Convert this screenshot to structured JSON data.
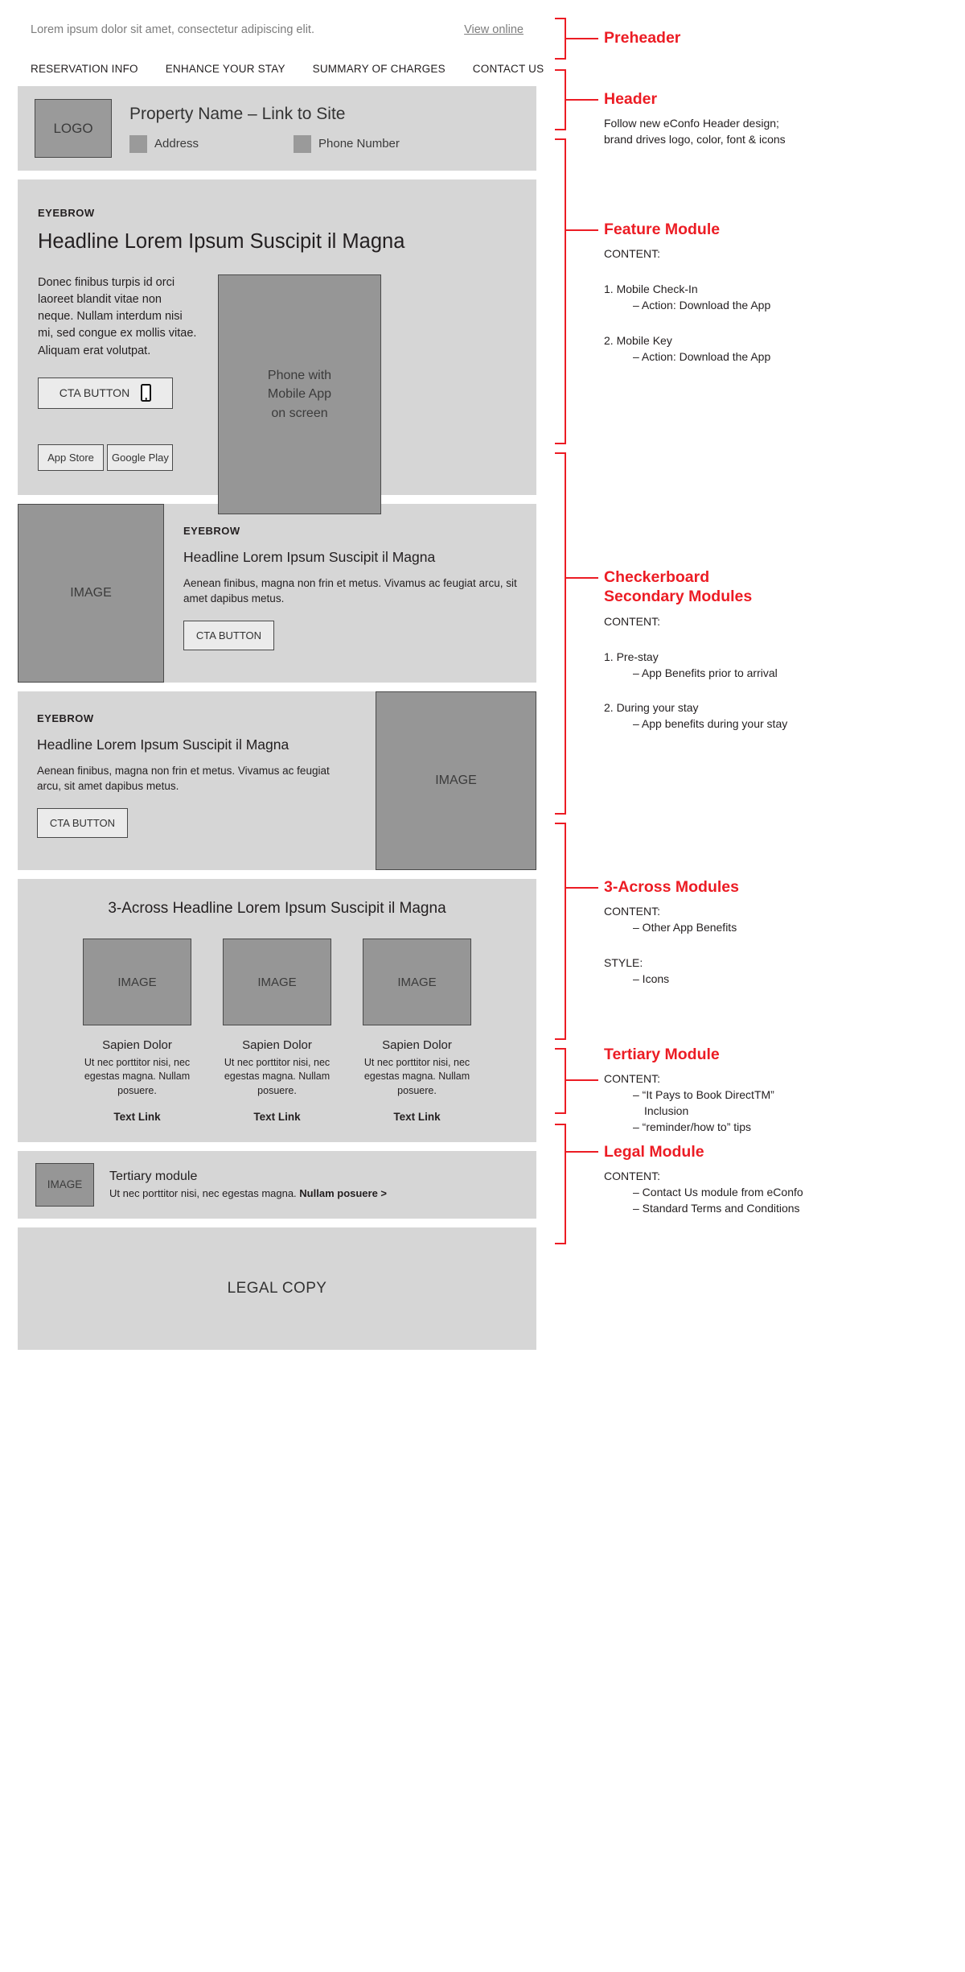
{
  "brand": {
    "accent": "#ec1c24",
    "module_bg": "#d6d6d6",
    "image_bg": "#969696"
  },
  "email": {
    "preheader": {
      "text": "Lorem ipsum dolor sit amet, consectetur adipiscing elit.",
      "view_online": "View online"
    },
    "nav": {
      "items": [
        "RESERVATION INFO",
        "ENHANCE YOUR STAY",
        "SUMMARY OF CHARGES",
        "CONTACT US"
      ]
    },
    "header": {
      "logo_label": "LOGO",
      "property_name": "Property Name – Link to Site",
      "address_label": "Address",
      "phone_label": "Phone Number"
    },
    "feature": {
      "eyebrow": "EYEBROW",
      "headline": "Headline Lorem Ipsum Suscipit il Magna",
      "paragraph": "Donec finibus turpis id orci laoreet blandit vitae non neque. Nullam interdum nisi mi, sed congue ex mollis vitae. Aliquam erat volutpat.",
      "cta_label": "CTA BUTTON",
      "app_store_label": "App Store",
      "google_play_label": "Google Play",
      "image_placeholder": "Phone with\nMobile App\non screen"
    },
    "checkerboard": [
      {
        "image_label": "IMAGE",
        "eyebrow": "EYEBROW",
        "headline": "Headline Lorem Ipsum Suscipit il Magna",
        "paragraph": "Aenean finibus, magna non frin et metus. Vivamus ac feugiat arcu, sit amet dapibus metus.",
        "cta_label": "CTA BUTTON"
      },
      {
        "image_label": "IMAGE",
        "eyebrow": "EYEBROW",
        "headline": "Headline Lorem Ipsum Suscipit il Magna",
        "paragraph": "Aenean finibus, magna non frin et metus. Vivamus ac feugiat arcu, sit amet dapibus metus.",
        "cta_label": "CTA BUTTON"
      }
    ],
    "three_across": {
      "headline": "3-Across Headline Lorem Ipsum Suscipit il Magna",
      "cards": [
        {
          "image_label": "IMAGE",
          "title": "Sapien Dolor",
          "paragraph": "Ut nec porttitor nisi, nec egestas magna. Nullam posuere.",
          "link_label": "Text Link"
        },
        {
          "image_label": "IMAGE",
          "title": "Sapien Dolor",
          "paragraph": "Ut nec porttitor nisi, nec egestas magna. Nullam posuere.",
          "link_label": "Text Link"
        },
        {
          "image_label": "IMAGE",
          "title": "Sapien Dolor",
          "paragraph": "Ut nec porttitor nisi, nec egestas magna. Nullam posuere.",
          "link_label": "Text Link"
        }
      ]
    },
    "tertiary": {
      "image_label": "IMAGE",
      "title": "Tertiary module",
      "subtitle_plain": "Ut nec porttitor nisi, nec egestas magna. ",
      "subtitle_link": "Nullam posuere >"
    },
    "legal": {
      "label": "LEGAL COPY"
    }
  },
  "annotations": {
    "preheader": {
      "title": "Preheader"
    },
    "header": {
      "title": "Header",
      "line1": "Follow new eConfo Header design;",
      "line2": "brand drives logo, color, font & icons"
    },
    "feature": {
      "title": "Feature Module",
      "content_label": "CONTENT:",
      "item1": "1. Mobile Check-In",
      "item1_sub": "– Action: Download the App",
      "item2": "2. Mobile Key",
      "item2_sub": "– Action: Download the App"
    },
    "checkerboard": {
      "title_line1": "Checkerboard",
      "title_line2": "Secondary Modules",
      "content_label": "CONTENT:",
      "item1": "1. Pre-stay",
      "item1_sub": "– App Benefits prior to arrival",
      "item2": "2. During your stay",
      "item2_sub": "– App benefits during your stay"
    },
    "three_across": {
      "title": "3-Across Modules",
      "content_label": "CONTENT:",
      "content_sub": "– Other App Benefits",
      "style_label": "STYLE:",
      "style_sub": "– Icons"
    },
    "tertiary": {
      "title": "Tertiary Module",
      "content_label": "CONTENT:",
      "sub1": "– “It Pays to Book DirectTM”",
      "sub1b": "Inclusion",
      "sub2": "– “reminder/how to” tips"
    },
    "legal": {
      "title": "Legal Module",
      "content_label": "CONTENT:",
      "sub1": "– Contact Us module from eConfo",
      "sub2": "– Standard Terms and Conditions"
    }
  }
}
